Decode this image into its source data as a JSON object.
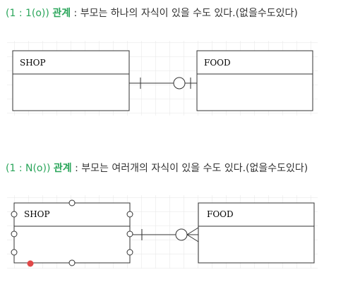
{
  "diagram_1": {
    "heading": {
      "cardinality": "(1 : 1(o))",
      "keyword": "관계",
      "description": " : 부모는 하나의 자식이 있을 수도 있다.(없을수도있다)"
    },
    "parent_entity": {
      "name": "SHOP"
    },
    "child_entity": {
      "name": "FOOD"
    },
    "relationship": {
      "parent_end": "one",
      "child_end": "zero-or-one"
    }
  },
  "diagram_2": {
    "heading": {
      "cardinality": "(1 : N(o))",
      "keyword": "관계",
      "description": " : 부모는 여러개의 자식이 있을 수도 있다.(없을수도있다)"
    },
    "parent_entity": {
      "name": "SHOP",
      "selected": true
    },
    "child_entity": {
      "name": "FOOD"
    },
    "relationship": {
      "parent_end": "one",
      "child_end": "zero-or-many"
    }
  },
  "colors": {
    "accent": "#2aa55a",
    "text": "#333333",
    "grid": "#e6e6e6",
    "selection_dot": "#e04848"
  }
}
